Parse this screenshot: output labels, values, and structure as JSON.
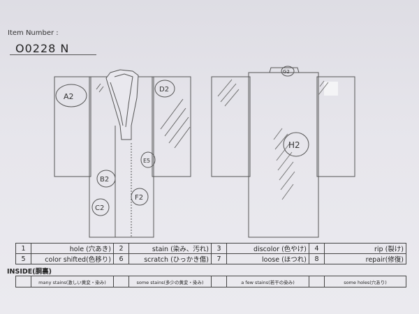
{
  "header": {
    "item_label": "Item Number :",
    "item_number": "O0228  N"
  },
  "front_codes": {
    "a": "A2",
    "d": "D2",
    "e": "E5",
    "b": "B2",
    "f": "F2",
    "c": "C2"
  },
  "back_codes": {
    "g": "G2",
    "h": "H2"
  },
  "legend": [
    [
      {
        "num": "1",
        "label": "hole (穴あき)"
      },
      {
        "num": "2",
        "label": "stain (染み、汚れ)"
      },
      {
        "num": "3",
        "label": "discolor (色やけ)"
      },
      {
        "num": "4",
        "label": "rip (裂け)"
      }
    ],
    [
      {
        "num": "5",
        "label": "color shifted(色移り)"
      },
      {
        "num": "6",
        "label": "scratch (ひっかき傷)"
      },
      {
        "num": "7",
        "label": "loose (ほつれ)"
      },
      {
        "num": "8",
        "label": "repair(修復)"
      }
    ]
  ],
  "inside": {
    "label": "INSIDE(胴裏)",
    "items": [
      "many stains(激しい黄変・染み)",
      "some stains(多少の黄変・染み)",
      "a few stains(若干の染み)",
      "some holes(穴あり)"
    ]
  }
}
